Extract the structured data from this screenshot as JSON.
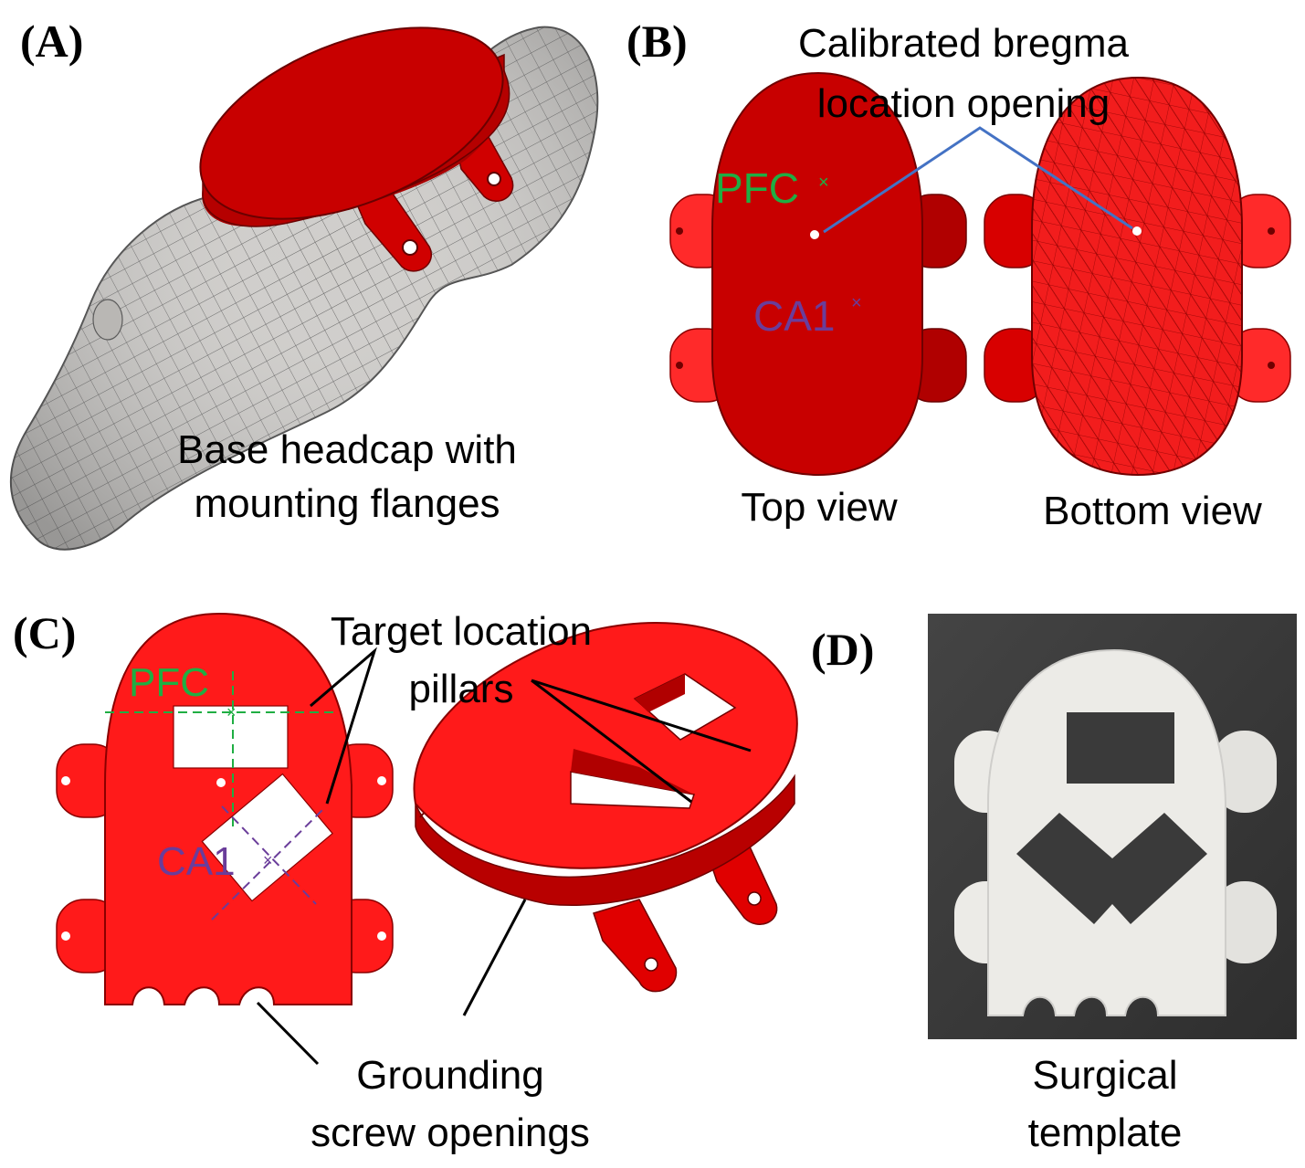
{
  "panels": {
    "a": {
      "label": "(A)",
      "caption_line1": "Base headcap with",
      "caption_line2": "mounting flanges"
    },
    "b": {
      "label": "(B)",
      "callout_line1": "Calibrated bregma",
      "callout_line2": "location opening",
      "marker_pfc": "PFC",
      "marker_ca1": "CA1",
      "caption_top": "Top view",
      "caption_bottom": "Bottom view"
    },
    "c": {
      "label": "(C)",
      "callout_target_line1": "Target location",
      "callout_target_line2": "pillars",
      "marker_pfc": "PFC",
      "marker_ca1": "CA1",
      "callout_ground_line1": "Grounding",
      "callout_ground_line2": "screw openings"
    },
    "d": {
      "label": "(D)",
      "caption_line1": "Surgical",
      "caption_line2": "template"
    }
  },
  "colors": {
    "headcap_red": "#cc0000",
    "bright_red": "#ff1a1a",
    "shadow_red": "#a00000",
    "skull_gray": "#c9c7c4",
    "pfc_green": "#1fae43",
    "ca1_purple": "#6a3d9a",
    "callout_blue": "#4472c4",
    "photo_bg": "#3a3a3a",
    "template_white": "#e9e9e6"
  }
}
